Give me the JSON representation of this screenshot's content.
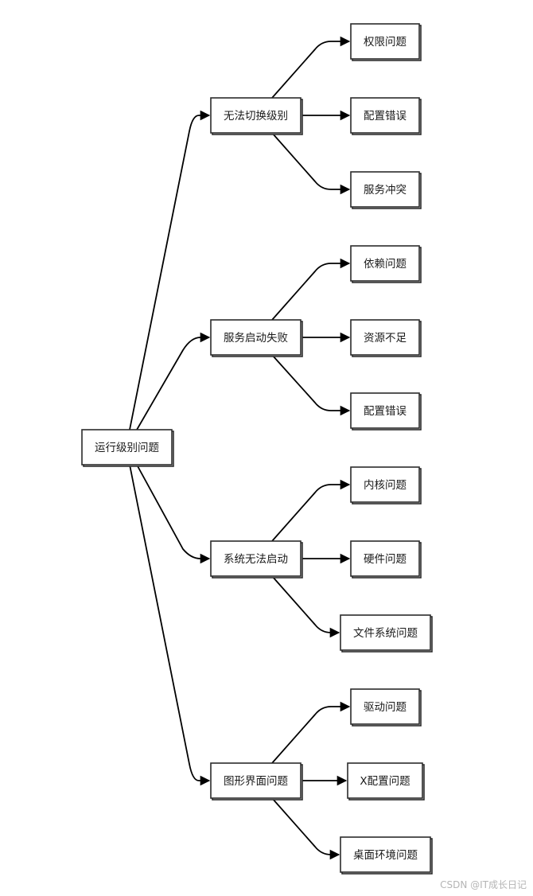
{
  "root": {
    "label": "运行级别问题"
  },
  "branches": [
    {
      "label": "无法切换级别",
      "children": [
        "权限问题",
        "配置错误",
        "服务冲突"
      ]
    },
    {
      "label": "服务启动失败",
      "children": [
        "依赖问题",
        "资源不足",
        "配置错误"
      ]
    },
    {
      "label": "系统无法启动",
      "children": [
        "内核问题",
        "硬件问题",
        "文件系统问题"
      ]
    },
    {
      "label": "图形界面问题",
      "children": [
        "驱动问题",
        "X配置问题",
        "桌面环境问题"
      ]
    }
  ],
  "watermark": "CSDN @IT成长日记"
}
